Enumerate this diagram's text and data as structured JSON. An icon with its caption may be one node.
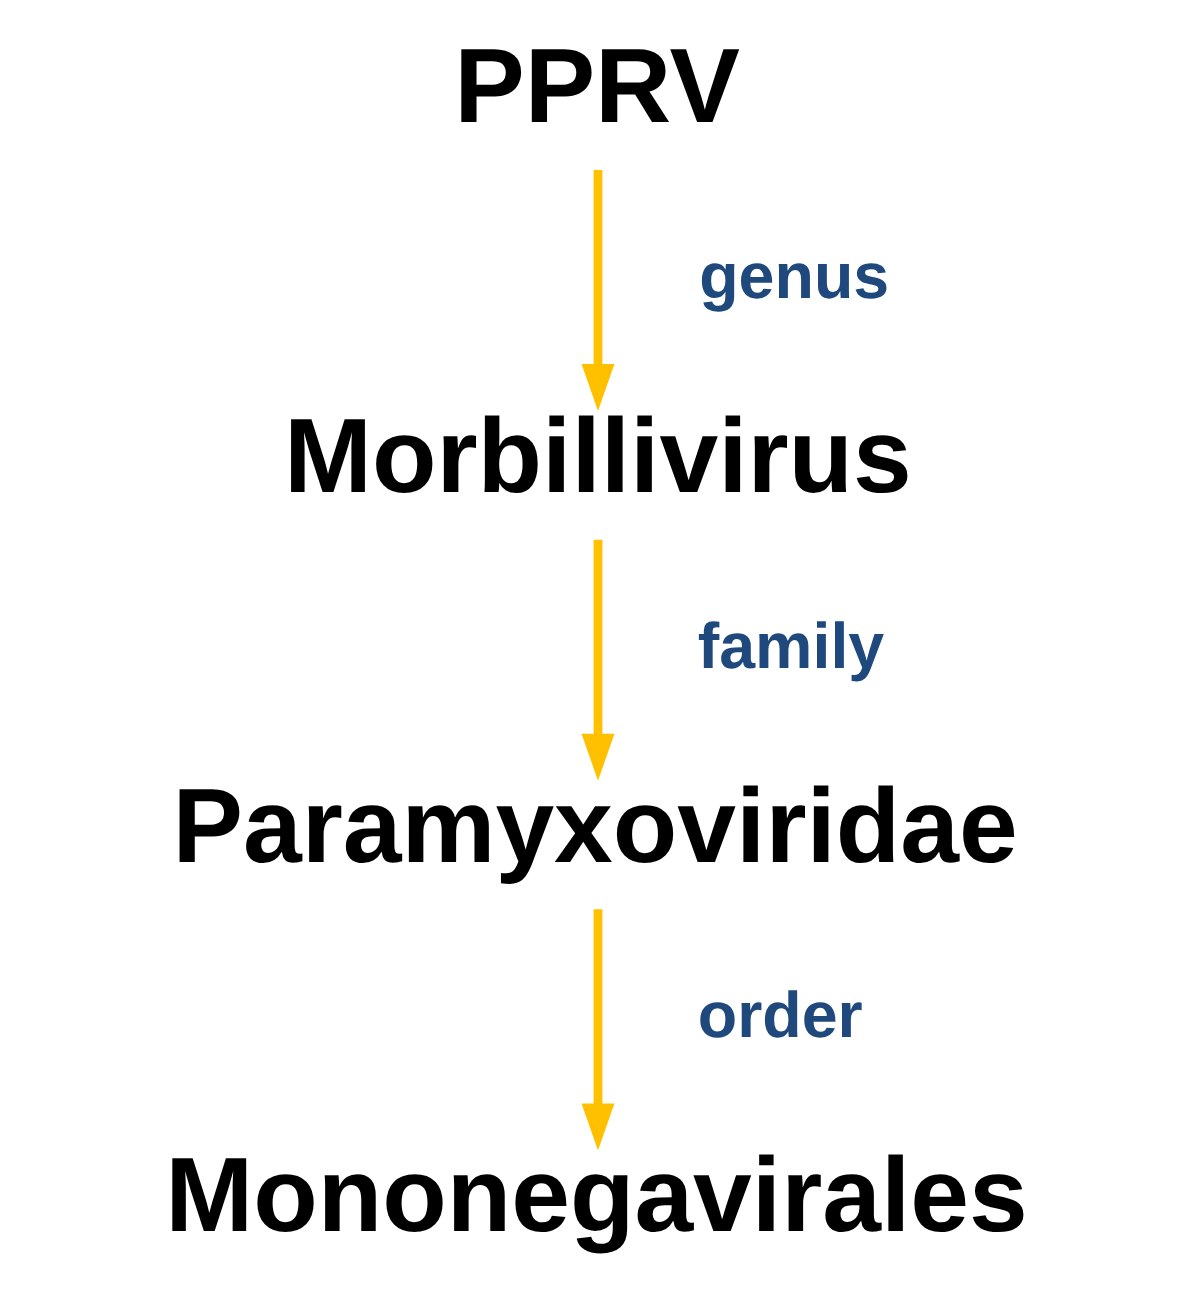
{
  "diagram": {
    "nodes": [
      {
        "text": [
          "PPRV"
        ]
      },
      {
        "text": [
          "Morbillivirus"
        ]
      },
      {
        "text": [
          "Paramyxoviridae"
        ]
      },
      {
        "text": [
          "Mononegavirales"
        ]
      }
    ],
    "edges": [
      {
        "from": 0,
        "to": 1,
        "arrow": "to",
        "label": "genus"
      },
      {
        "from": 1,
        "to": 2,
        "arrow": "to",
        "label": "family"
      },
      {
        "from": 2,
        "to": 3,
        "arrow": "to",
        "label": "order"
      }
    ]
  }
}
